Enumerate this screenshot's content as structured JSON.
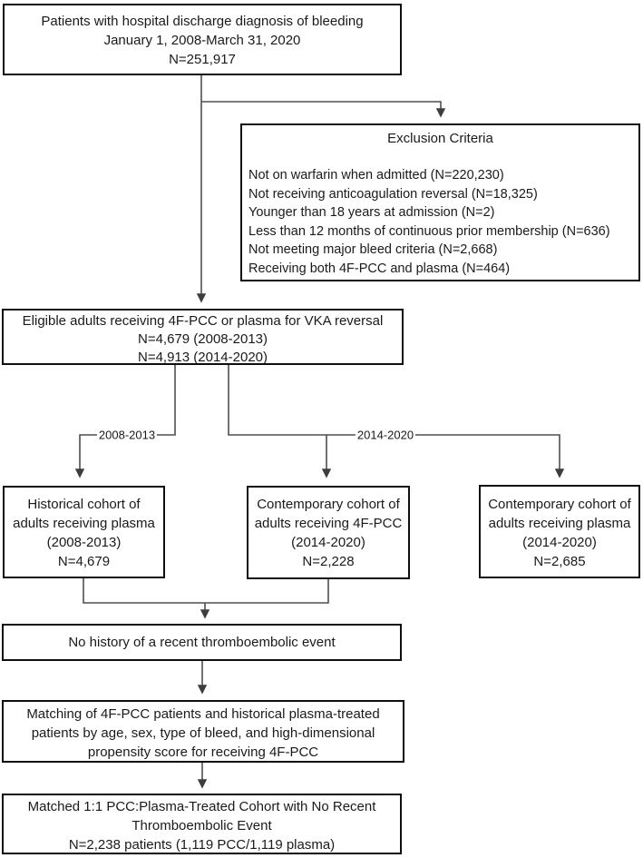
{
  "figure": {
    "boxes": {
      "top": {
        "lines": [
          "Patients with hospital discharge diagnosis of bleeding",
          "January 1, 2008-March 31, 2020",
          "N=251,917"
        ]
      },
      "exclusion": {
        "title": "Exclusion Criteria",
        "items": [
          "Not on warfarin when admitted (N=220,230)",
          "Not receiving anticoagulation reversal (N=18,325)",
          "Younger than 18 years at admission (N=2)",
          "Less than 12 months of continuous prior membership (N=636)",
          "Not meeting major bleed criteria (N=2,668)",
          "Receiving both 4F-PCC and plasma (N=464)"
        ]
      },
      "eligible": {
        "lines": [
          "Eligible adults receiving 4F-PCC or plasma for VKA reversal",
          "N=4,679 (2008-2013)",
          "N=4,913 (2014-2020)"
        ]
      },
      "historical": {
        "lines": [
          "Historical cohort of",
          "adults receiving plasma",
          "(2008-2013)",
          "N=4,679"
        ]
      },
      "contemporary_pcc": {
        "lines": [
          "Contemporary cohort of",
          "adults receiving 4F-PCC",
          "(2014-2020)",
          "N=2,228"
        ]
      },
      "contemporary_plasma": {
        "lines": [
          "Contemporary cohort of",
          "adults receiving plasma",
          "(2014-2020)",
          "N=2,685"
        ]
      },
      "no_history": {
        "text": "No history of a recent thromboembolic event"
      },
      "matching": {
        "lines": [
          "Matching of 4F-PCC patients and historical plasma-treated",
          "patients by age, sex, type of bleed, and high-dimensional",
          "propensity score for receiving 4F-PCC"
        ]
      },
      "matched": {
        "lines": [
          "Matched 1:1 PCC:Plasma-Treated Cohort with No Recent",
          "Thromboembolic Event",
          "N=2,238 patients (1,119 PCC/1,119 plasma)"
        ]
      }
    },
    "branch_labels": {
      "left": "2008-2013",
      "right": "2014-2020"
    },
    "colors": {
      "box_border": "#0f0f0f",
      "connector": "#4f4f4f",
      "arrowhead": "#3d3d3d",
      "text": "#1a1a1a",
      "background": "#ffffff"
    }
  }
}
